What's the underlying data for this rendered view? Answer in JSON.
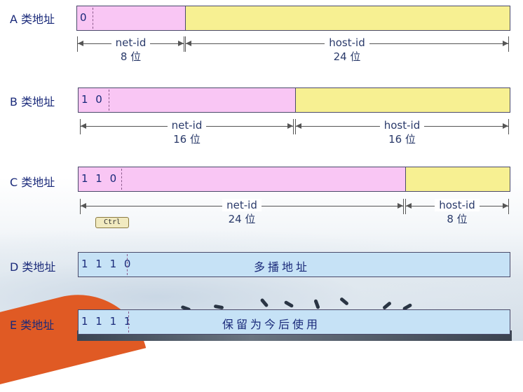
{
  "rows": [
    {
      "label": "A 类地址",
      "prefix": "0",
      "net": {
        "name": "net-id",
        "bits": "8 位"
      },
      "host": {
        "name": "host-id",
        "bits": "24 位"
      }
    },
    {
      "label": "B 类地址",
      "prefix": "1 0",
      "net": {
        "name": "net-id",
        "bits": "16 位"
      },
      "host": {
        "name": "host-id",
        "bits": "16 位"
      }
    },
    {
      "label": "C 类地址",
      "prefix": "1 1 0",
      "net": {
        "name": "net-id",
        "bits": "24 位"
      },
      "host": {
        "name": "host-id",
        "bits": "8 位"
      }
    },
    {
      "label": "D 类地址",
      "prefix": "1 1 1 0",
      "text": "多播地址"
    },
    {
      "label": "E 类地址",
      "prefix": "1 1 1 1",
      "text": "保留为今后使用"
    }
  ],
  "overlay": {
    "ctrl_label": "Ctrl"
  },
  "colors": {
    "net": "#f9c6f4",
    "host": "#f7f092",
    "special": "#c6e2f6",
    "text": "#1a2a7a"
  }
}
